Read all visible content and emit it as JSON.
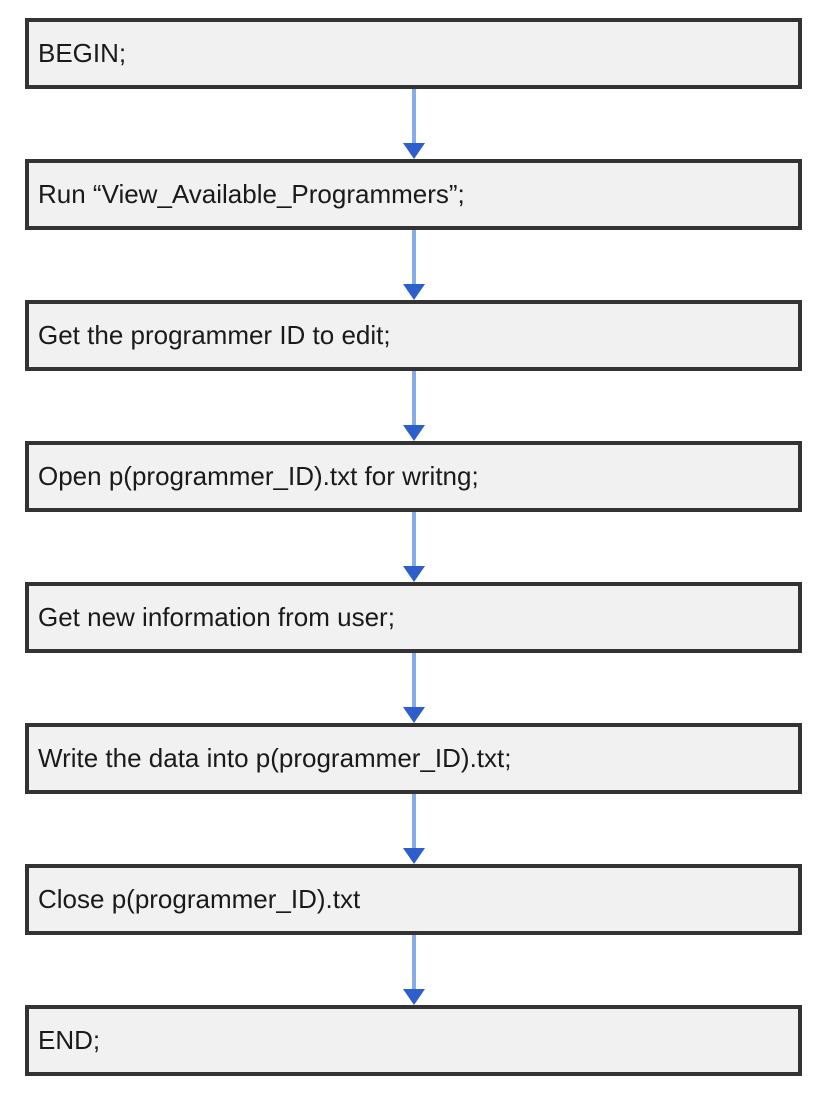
{
  "diagram": {
    "type": "flowchart",
    "direction": "top-down",
    "colors": {
      "node_fill": "#f1f1f1",
      "node_border": "#333333",
      "arrow_line": "#85abe8",
      "arrow_head": "#2d5ecb",
      "background": "#ffffff",
      "text": "#1a1a1a"
    },
    "nodes": [
      {
        "id": "begin",
        "label": "BEGIN;"
      },
      {
        "id": "run-view-available-programmers",
        "label": "Run “View_Available_Programmers”;"
      },
      {
        "id": "get-programmer-id",
        "label": "Get the programmer ID to edit;"
      },
      {
        "id": "open-file-for-writing",
        "label": "Open p(programmer_ID).txt for writng;"
      },
      {
        "id": "get-new-information",
        "label": "Get new information from user;"
      },
      {
        "id": "write-data",
        "label": "Write the data into p(programmer_ID).txt;"
      },
      {
        "id": "close-file",
        "label": "Close p(programmer_ID).txt"
      },
      {
        "id": "end",
        "label": "END;"
      }
    ],
    "edges": [
      {
        "from": "begin",
        "to": "run-view-available-programmers"
      },
      {
        "from": "run-view-available-programmers",
        "to": "get-programmer-id"
      },
      {
        "from": "get-programmer-id",
        "to": "open-file-for-writing"
      },
      {
        "from": "open-file-for-writing",
        "to": "get-new-information"
      },
      {
        "from": "get-new-information",
        "to": "write-data"
      },
      {
        "from": "write-data",
        "to": "close-file"
      },
      {
        "from": "close-file",
        "to": "end"
      }
    ]
  }
}
